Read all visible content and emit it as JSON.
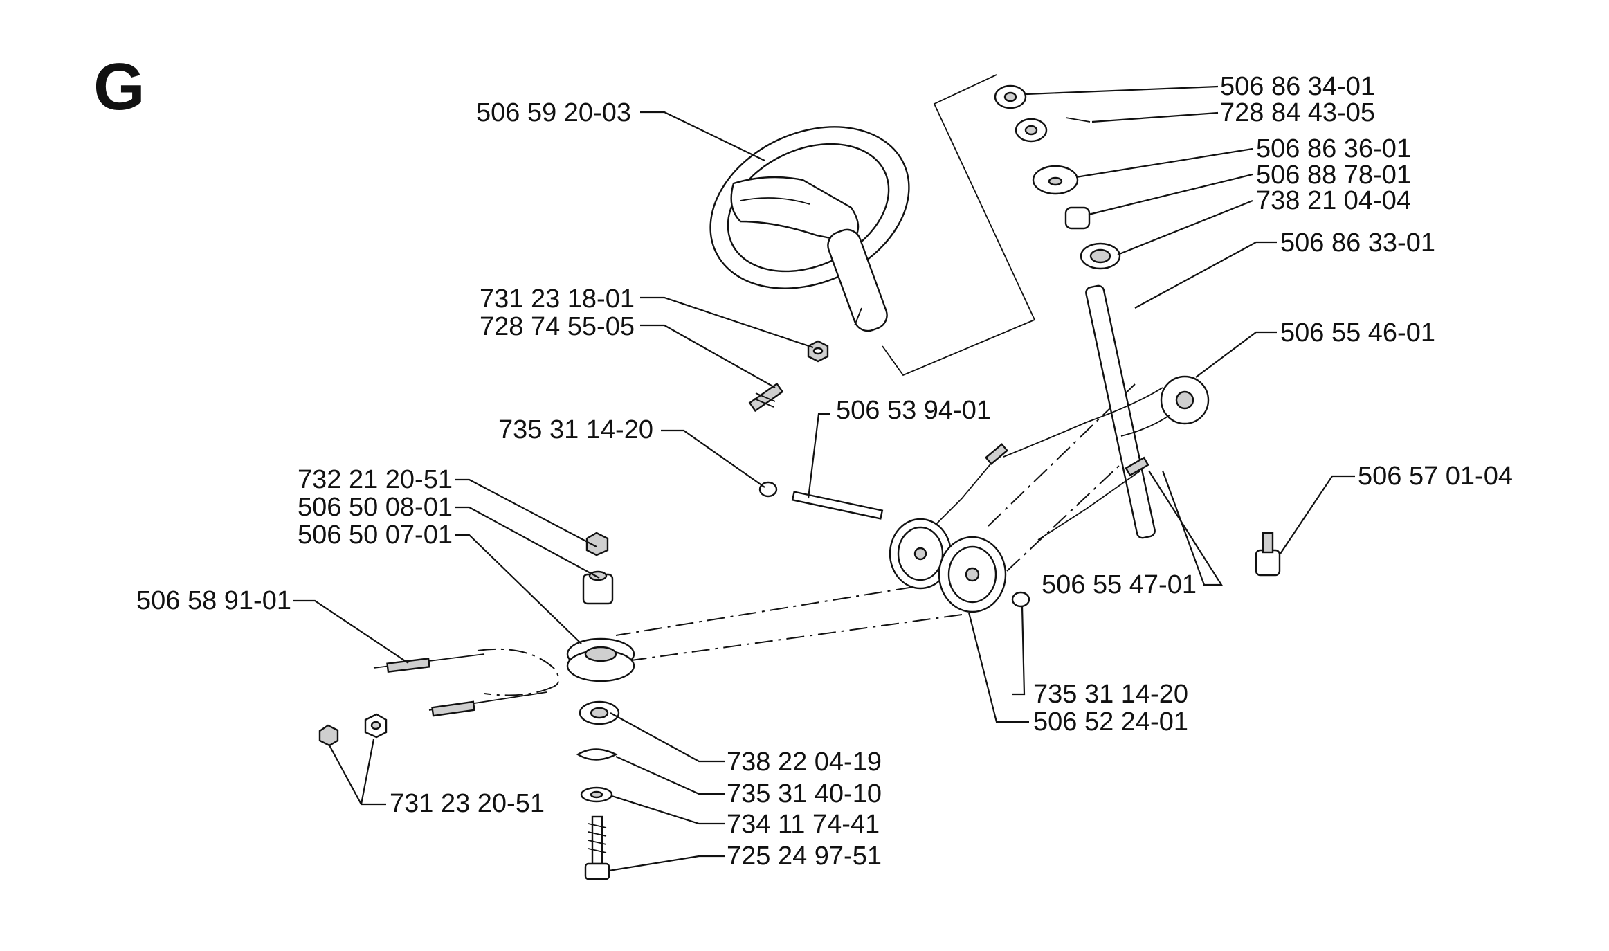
{
  "section_letter": "G",
  "parts": [
    {
      "id": "p01",
      "number": "506 59 20-03"
    },
    {
      "id": "p02",
      "number": "731 23 18-01"
    },
    {
      "id": "p03",
      "number": "728 74 55-05"
    },
    {
      "id": "p04",
      "number": "506 86 34-01"
    },
    {
      "id": "p05",
      "number": "728 84 43-05"
    },
    {
      "id": "p06",
      "number": "506 86 36-01"
    },
    {
      "id": "p07",
      "number": "506 88 78-01"
    },
    {
      "id": "p08",
      "number": "738 21 04-04"
    },
    {
      "id": "p09",
      "number": "506 86 33-01"
    },
    {
      "id": "p10",
      "number": "506 55 46-01"
    },
    {
      "id": "p11",
      "number": "506 57 01-04"
    },
    {
      "id": "p12",
      "number": "506 53 94-01"
    },
    {
      "id": "p13",
      "number": "735 31 14-20"
    },
    {
      "id": "p14",
      "number": "732 21 20-51"
    },
    {
      "id": "p15",
      "number": "506 50 08-01"
    },
    {
      "id": "p16",
      "number": "506 50 07-01"
    },
    {
      "id": "p17",
      "number": "506 58 91-01"
    },
    {
      "id": "p18",
      "number": "506 55 47-01"
    },
    {
      "id": "p19",
      "number": "735 31 14-20"
    },
    {
      "id": "p20",
      "number": "506 52 24-01"
    },
    {
      "id": "p21",
      "number": "738 22 04-19"
    },
    {
      "id": "p22",
      "number": "735 31 40-10"
    },
    {
      "id": "p23",
      "number": "734 11 74-41"
    },
    {
      "id": "p24",
      "number": "725 24 97-51"
    },
    {
      "id": "p25",
      "number": "731 23 20-51"
    }
  ]
}
